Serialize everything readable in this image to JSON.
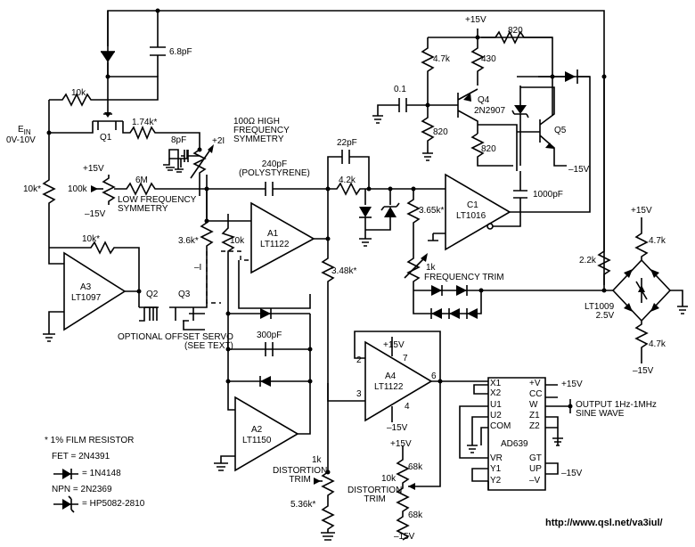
{
  "labels": {
    "ein": "E",
    "ein_sub": "IN",
    "ein_range": "0V-10V",
    "r10k_top": "10k",
    "c6p8": "6.8pF",
    "q1": "Q1",
    "r1k74": "1.74k*",
    "c8pf": "8pF",
    "hf_sym": "100Ω HIGH\nFREQUENCY\nSYMMETRY",
    "plus2i": "+2I",
    "p15_lf": "+15V",
    "r100k": "100k",
    "r6m": "6M",
    "lf_sym": "LOW FREQUENCY\nSYMMETRY",
    "m15_lf": "–15V",
    "r10k_left": "10k*",
    "r10k_a3": "10k*",
    "a3": "A3",
    "a3_part": "LT1097",
    "q2": "Q2",
    "q3": "Q3",
    "offset_servo": "OPTIONAL OFFSET SERVO\n(SEE TEXT)",
    "r3k6": "3.6k*",
    "r10k_mid": "10k",
    "minus_i": "–I",
    "c240": "240pF\n(POLYSTYRENE)",
    "a1": "A1",
    "a1_part": "LT1122",
    "r3k48": "3.48k*",
    "c300": "300pF",
    "a2": "A2",
    "a2_part": "LT1150",
    "c22": "22pF",
    "r4k2": "4.2k",
    "r3k65": "3.65k*",
    "c1": "C1",
    "c1_part": "LT1016",
    "c1000": "1000pF",
    "freq_trim": "FREQUENCY TRIM",
    "r1k_ft": "1k",
    "p15_top": "+15V",
    "r820_top": "820",
    "r4k7_q4": "4.7k",
    "r430": "430",
    "c0p1": "0.1",
    "q4": "Q4",
    "q4_part": "2N2907",
    "r820_mid": "820",
    "r820_left": "820",
    "q5": "Q5",
    "m15_q5": "–15V",
    "r2k2": "2.2k",
    "p15_ref": "+15V",
    "r4k7_ref_top": "4.7k",
    "lt1009": "LT1009\n2.5V",
    "r4k7_ref_bot": "4.7k",
    "m15_ref": "–15V",
    "a4": "A4",
    "a4_part": "LT1122",
    "a4_p15": "+15V",
    "a4_m15": "–15V",
    "pin2": "2",
    "pin3": "3",
    "pin4": "4",
    "pin6": "6",
    "pin7": "7",
    "ad639": "AD639",
    "ad_x1": "X1",
    "ad_x2": "X2",
    "ad_u1": "U1",
    "ad_u2": "U2",
    "ad_com": "COM",
    "ad_vr": "VR",
    "ad_y1": "Y1",
    "ad_y2": "Y2",
    "ad_pv": "+V",
    "ad_cc": "CC",
    "ad_w": "W",
    "ad_z1": "Z1",
    "ad_z2": "Z2",
    "ad_gt": "GT",
    "ad_up": "UP",
    "ad_mv": "–V",
    "ad_p15": "+15V",
    "ad_m15": "–15V",
    "output": "OUTPUT 1Hz-1MHz\nSINE WAVE",
    "r1k_dt": "1k",
    "dist_trim_1": "DISTORTION\nTRIM",
    "r5k36": "5.36k*",
    "p15_dt": "+15V",
    "r68k_top": "68k",
    "r10k_dt": "10k",
    "dist_trim_2": "DISTORTION\nTRIM",
    "r68k_bot": "68k",
    "m15_dt": "–15V",
    "legend_res": "* 1% FILM RESISTOR",
    "legend_fet": "FET = 2N4391",
    "legend_diode": "= 1N4148",
    "legend_npn": "NPN = 2N2369",
    "legend_schottky": "= HP5082-2810",
    "url": "http://www.qsl.net/va3iul/"
  }
}
